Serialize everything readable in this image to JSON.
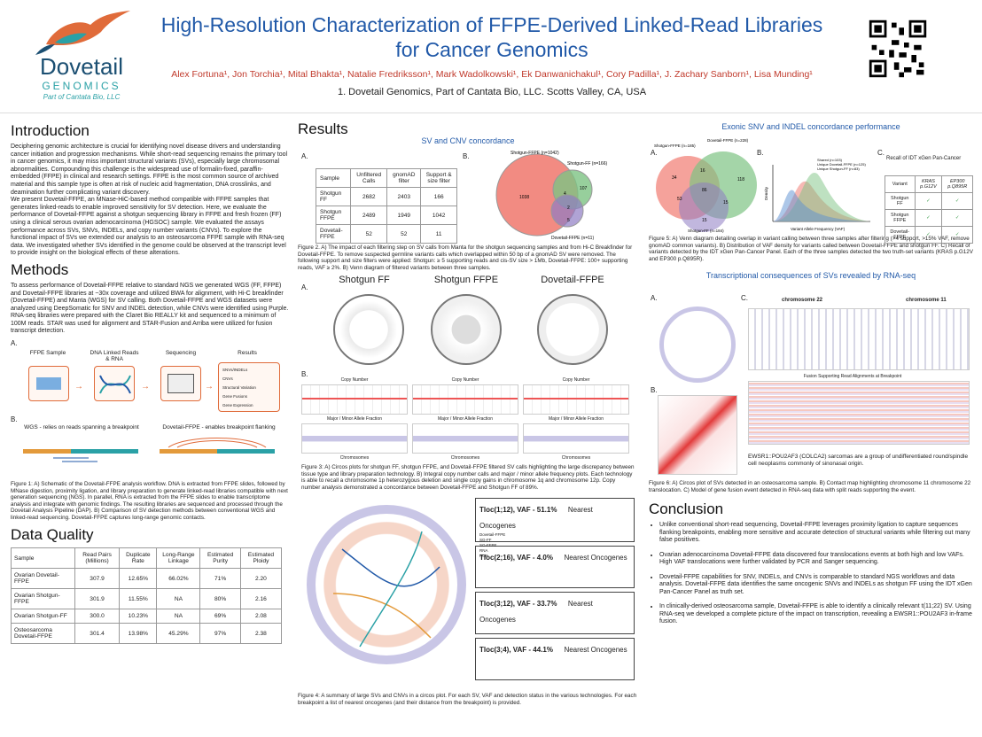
{
  "header": {
    "brand": "Dovetail",
    "brand_sub": "GENOMICS",
    "brand_tag": "Part of Cantata Bio, LLC",
    "title_line1": "High-Resolution Characterization of FFPE-Derived Linked-Read Libraries",
    "title_line2": "for Cancer Genomics",
    "authors": "Alex Fortuna¹, Jon Torchia¹, Mital Bhakta¹, Natalie Fredriksson¹, Mark Wadolkowski¹,  Ek Danwanichakul¹, Cory Padilla¹, J. Zachary Sanborn¹, Lisa Munding¹",
    "affiliation": "1.   Dovetail Genomics, Part of Cantata Bio, LLC. Scotts Valley, CA, USA"
  },
  "intro": {
    "heading": "Introduction",
    "text": "Deciphering genomic architecture is crucial for identifying novel disease drivers and understanding cancer initiation and progression mechanisms. While short-read sequencing remains the primary tool in cancer genomics, it may miss important structural variants (SVs), especially large chromosomal abnormalities. Compounding this challenge is the widespread use of formalin-fixed, paraffin-embedded (FFPE) in clinical and research settings. FFPE is the most common source of archived material and this sample type is often at risk of nucleic acid fragmentation, DNA crosslinks, and deamination further complicating variant discovery.",
    "text2": "We present Dovetail-FFPE, an MNase-HiC-based method compatible with FFPE samples that generates linked-reads to enable improved sensitivity for SV detection. Here, we evaluate the performance of Dovetail-FFPE against a shotgun sequencing library in FFPE and fresh frozen (FF) using a clinical serous ovarian adenocarcinoma (HGSOC) sample. We evaluated the assays performance across SVs, SNVs, INDELs, and copy number variants (CNVs).  To explore the functional impact of SVs we extended our analysis to an osteosarcoma FFPE sample with RNA-seq data.  We investigated whether SVs identified in the genome could be observed at the transcript level to provide insight on the biological effects of these alterations."
  },
  "methods": {
    "heading": "Methods",
    "text": "To assess performance of Dovetail-FFPE relative to standard NGS we generated WGS (FF, FFPE) and Dovetail-FFPE libraries at ~30x coverage and utilized BWA for alignment, with Hi-C breakfinder (Dovetail-FFPE) and Manta (WGS) for SV calling. Both Dovetail-FFPE and WGS datasets were analyzed using DeepSomatic for SNV and INDEL detection, while CNVs were identified using Purple. RNA-seq libraries were prepared with the Claret Bio REALLY kit and sequenced to a minimum of 100M reads. STAR was used for alignment and STAR-Fusion and Arriba were utilized for fusion transcript detection.",
    "panel_a": "A.",
    "panel_b": "B.",
    "workflow": [
      "FFPE Sample",
      "DNA Linked Reads & RNA",
      "Sequencing",
      "Results"
    ],
    "results_items": [
      "SNVs/INDELs",
      "CNVs",
      "Structural Variation",
      "Gene Fusions",
      "Gene Expression"
    ],
    "wgs_label": "WGS - relies on reads spanning a breakpoint",
    "dov_label": "Dovetail-FFPE - enables breakpoint flanking",
    "caption": "Figure 1: A) Schematic of the Dovetail-FFPE analysis workflow. DNA is extracted from FFPE slides, followed by MNase digestion, proximity ligation, and library preparation to generate linked-read libraries compatible with next generation sequencing (NGS). In parallel, RNA is extracted from the FFPE slides to enable transcriptome analysis and integrate with genomic findings. The resulting libraries are sequenced and processed through the Dovetail Analysis Pipeline (DAP). B) Comparison of SV detection methods between conventional WGS and linked-read sequencing. Dovetail-FFPE captures long-range genomic contacts."
  },
  "data_quality": {
    "heading": "Data Quality",
    "headers": [
      "Sample",
      "Read Pairs (Millions)",
      "Duplicate Rate",
      "Long-Range Linkage",
      "Estimated Purity",
      "Estimated Ploidy"
    ],
    "rows": [
      [
        "Ovarian Dovetail-FFPE",
        "307.9",
        "12.65%",
        "66.02%",
        "71%",
        "2.20"
      ],
      [
        "Ovarian Shotgun-FFPE",
        "301.9",
        "11.55%",
        "NA",
        "80%",
        "2.16"
      ],
      [
        "Ovarian Shotgun-FF",
        "300.0",
        "10.23%",
        "NA",
        "69%",
        "2.08"
      ],
      [
        "Osteosarcoma Dovetail-FFPE",
        "301.4",
        "13.98%",
        "45.29%",
        "97%",
        "2.38"
      ]
    ]
  },
  "results": {
    "heading": "Results",
    "sv_title": "SV and CNV concordance",
    "panel_a": "A.",
    "panel_b": "B.",
    "sv_table_headers": [
      "Sample",
      "Unfiltered Calls",
      "gnomAD filter",
      "Support & size filter"
    ],
    "sv_table_rows": [
      [
        "Shotgun FF",
        "2682",
        "2403",
        "166"
      ],
      [
        "Shotgun FFPE",
        "2489",
        "1949",
        "1042"
      ],
      [
        "Dovetail-FFPE",
        "52",
        "52",
        "11"
      ]
    ],
    "venn_labels": [
      "Shotgun-FFPE (n=1042)",
      "Shotgun-FF (n=166)",
      "Dovetail-FFPE (n=11)"
    ],
    "venn_nums": [
      "1038",
      "107",
      "4",
      "2",
      "5"
    ],
    "fig2_caption": "Figure 2. A) The impact of each filtering step on SV calls from Manta for the shotgun sequencing samples and from Hi-C Breakfinder for Dovetail-FFPE. To remove suspected germline variants calls which overlapped within 50 bp of a gnomAD SV were removed. The following support and size filters were applied: Shotgun: ≥ 5 supporting reads and cis-SV size > 1Mb, Dovetail-FFPE: 100+ supporting reads, VAF ≥ 2%. B) Venn diagram of filtered variants between three samples.",
    "circos_titles": [
      "Shotgun FF",
      "Shotgun FFPE",
      "Dovetail-FFPE"
    ],
    "cn_title": "Copy Number",
    "maf_title": "Major / Minor Allele Fraction",
    "chrom_label": "Chromosomes",
    "fig3_caption": "Figure 3: A) Circos plots for shotgun FF, shotgun FFPE, and Dovetail-FFPE filtered SV calls highlighting the large discrepancy between tissue type and library preparation technology. B) Integral copy number calls and major / minor allele frequency plots. Each technology is able to recall a chromosome 1p heterozygous deletion and single copy gains in chromosome 1q and chromosome 12p. Copy number analysis demonstrated a concordance between Dovetail-FFPE and Shotgun FF of 89%.",
    "tlocs": [
      {
        "title": "Tloc(1;12), VAF - 51.1%",
        "nearest": "Nearest Oncogenes"
      },
      {
        "title": "Tloc(2;16), VAF - 4.0%",
        "nearest": "Nearest Oncogenes"
      },
      {
        "title": "Tloc(3;12), VAF - 33.7%",
        "nearest": "Nearest Oncogenes"
      },
      {
        "title": "Tloc(3;4), VAF - 44.1%",
        "nearest": "Nearest Oncogenes"
      }
    ],
    "assays": [
      "Dovetail-FFPE",
      "SG-FF",
      "SG-FFPE",
      "RNA",
      "PCR"
    ],
    "fig4_caption": "Figure 4: A summary of large SVs and CNVs in a circos plot. For each SV, VAF and detection status in the various technologies. For each breakpoint a list of nearest oncogenes (and their distance from the breakpoint) is provided."
  },
  "exonic": {
    "title": "Exonic SNV and INDEL concordance performance",
    "panel_a": "A.",
    "panel_b": "B.",
    "panel_c": "C.",
    "venn_labels": [
      "Shotgun-FFPE (n=185)",
      "Dovetail-FFPE (n=228)",
      "Shotgun-FF (n=184)"
    ],
    "venn_nums": [
      "34",
      "16",
      "118",
      "86",
      "53",
      "15",
      "15"
    ],
    "density_legend": [
      "Shared (n=103)",
      "Unique Dovetail-FFPE (n=125)",
      "Unique Shotgun-FF (n=83)"
    ],
    "xlabel": "Variant Allele Frequency (VAF)",
    "ylabel": "Density",
    "recall_title": "Recall of IDT xGen Pan-Cancer",
    "recall_headers": [
      "Variant",
      "KRAS p.G12V",
      "EP300 p.Q895R"
    ],
    "recall_rows": [
      "Shotgun FF",
      "Shotgun FFPE",
      "Dovetail-FFPE"
    ],
    "check": "✓",
    "fig5_caption": "Figure 5: A) Venn diagram detailing overlap in variant calling between three samples after filtering (>4 support, >15% VAF, remove gnomAD common variants). B) Distribution of VAF density for variants called between Dovetail-FFPE and shotgun FF. C) Recall of variants detected by the IDT xGen Pan-Cancer Panel. Each of the three samples detected the two truth-set variants (KRAS p.G12V and EP300 p.Q895R)."
  },
  "rna": {
    "title": "Transcriptional consequences of SVs revealed by RNA-seq",
    "panel_a": "A.",
    "panel_b": "B.",
    "panel_c": "C.",
    "chr22": "chromosome 22",
    "chr11": "chromosome 11",
    "fusion_label": "Fusion Supporting Read Alignments at Breakpoint",
    "note": "EWSR1::POU2AF3 (COLCA2) sarcomas are a group of undifferentiated round/spindle cell neoplasms commonly of sinonasal origin.",
    "fig6_caption": "Figure 6: A) Circos plot of SVs detected in an osteosarcoma sample. B) Contact map highlighting chromosome 11 chromosome 22 translocation. C) Model of gene fusion event detected in RNA-seq data with split reads supporting the event."
  },
  "conclusion": {
    "heading": "Conclusion",
    "items": [
      "Unlike conventional short-read sequencing, Dovetail-FFPE leverages proximity ligation to capture sequences flanking breakpoints, enabling more sensitive and accurate detection of structural variants while filtering out many false positives.",
      "Ovarian adenocarcinoma Dovetail-FFPE data discovered four translocations events at both high and low VAFs. High VAF translocations were further validated by PCR and Sanger sequencing.",
      "Dovetail-FFPE capabilities for SNV, INDELs, and CNVs is comparable to standard NGS workflows and data analysis. Dovetail-FFPE data identifies the same oncogenic SNVs and INDELs as shotgun FF using the IDT xGen Pan-Cancer Panel as truth set.",
      "In clinically-derived osteosarcoma sample, Dovetail-FFPE is able to identify a clinically relevant t(11;22) SV. Using RNA-seq we developed a complete picture of the impact on transcription, revealing a EWSR1::POU2AF3 in-frame fusion."
    ]
  },
  "colors": {
    "title_blue": "#2159a8",
    "author_red": "#c0392b",
    "venn_red": "#f28b82",
    "venn_green": "#7dc383",
    "venn_purple": "#8e7cc3",
    "teal": "#2aa1a6"
  }
}
